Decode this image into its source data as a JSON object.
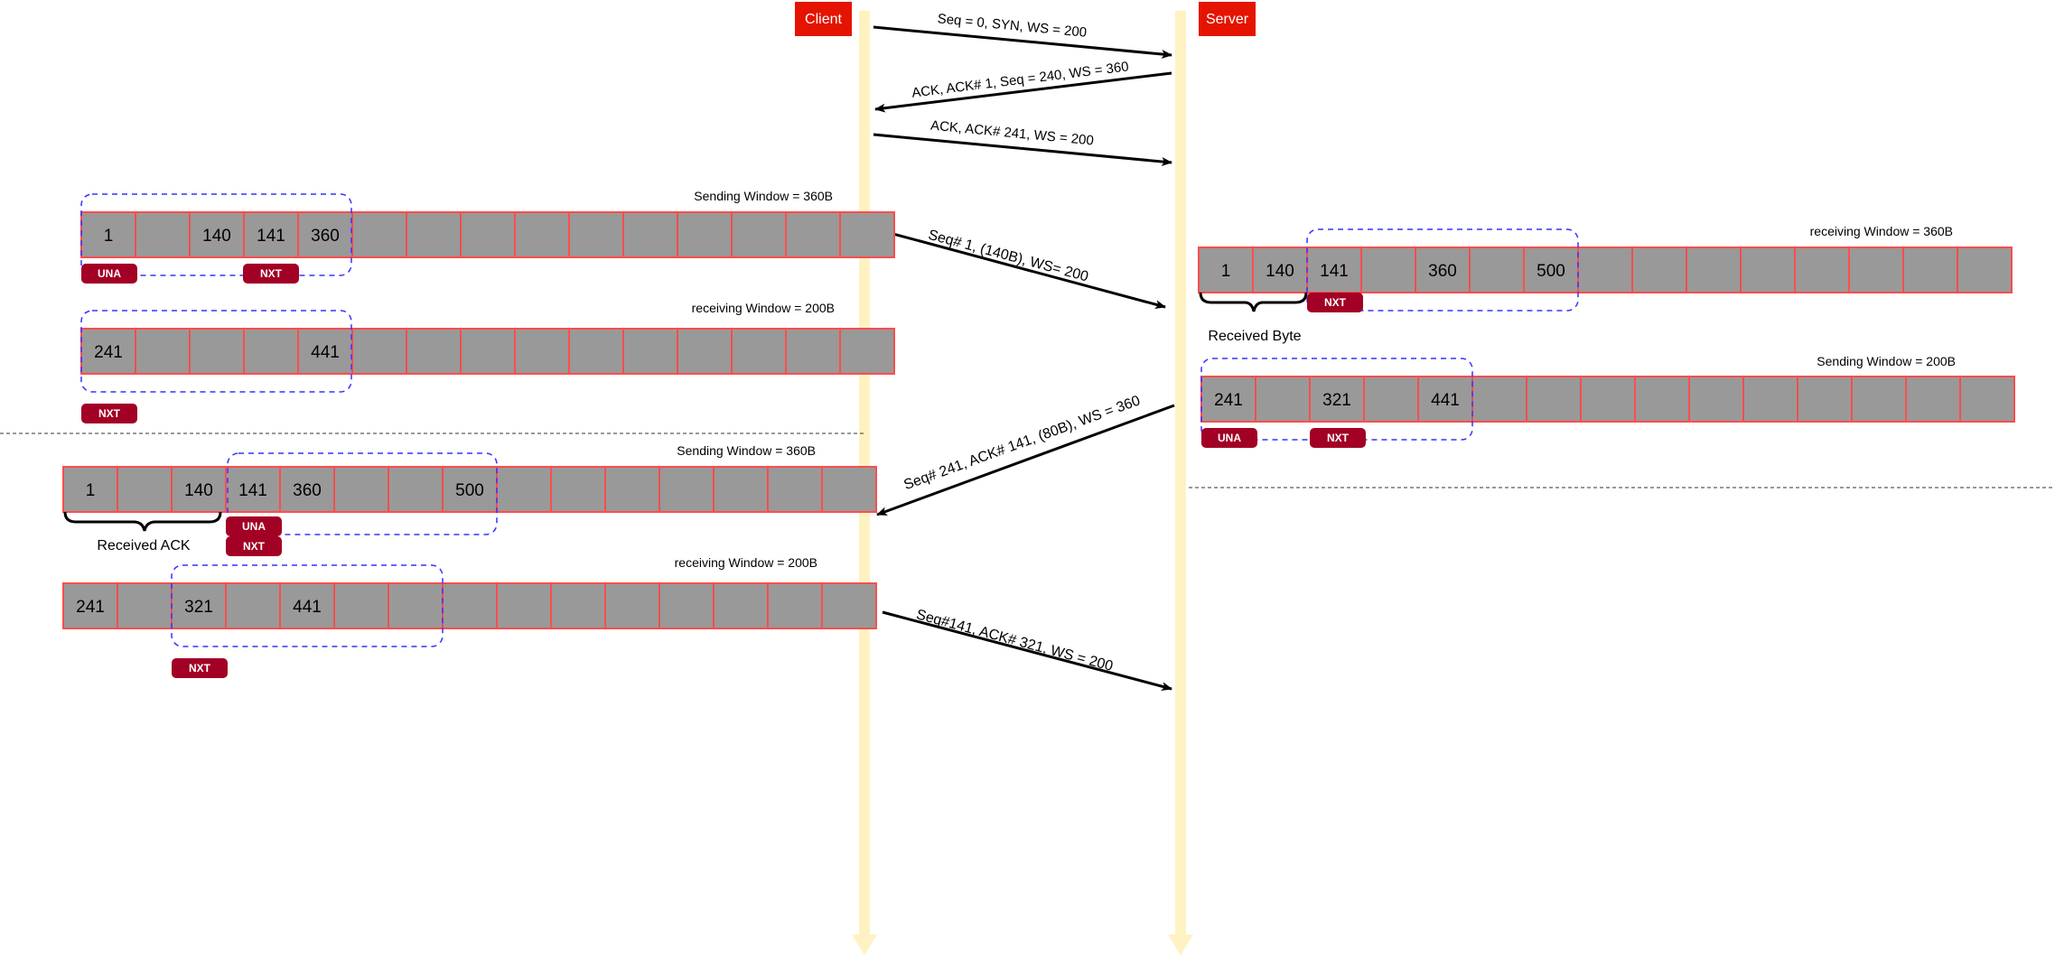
{
  "colors": {
    "lifeline": "#fff2c2",
    "header_fill": "#e51400",
    "cell_fill": "#999999",
    "cell_stroke": "#ff4d4d",
    "tag_fill": "#a20025",
    "window_outline": "#3333ff",
    "divider": "#333333",
    "arrow": "#000000"
  },
  "lifelines": {
    "client": "Client",
    "server": "Server"
  },
  "messages": [
    "Seq = 0, SYN, WS = 200",
    "ACK, ACK# 1, Seq = 240, WS = 360",
    "ACK, ACK# 241, WS = 200",
    "Seq# 1, (140B), WS= 200",
    "Seq# 241, ACK# 141, (80B), WS = 360",
    "Seq#141, ACK# 321,  WS = 200"
  ],
  "buffers": [
    {
      "title": "Sending Window = 360B",
      "cells": [
        "1",
        "",
        "140",
        "141",
        "360",
        "",
        "",
        "",
        "",
        "",
        "",
        "",
        "",
        "",
        ""
      ]
    },
    {
      "title": "receiving Window = 200B",
      "cells": [
        "241",
        "",
        "",
        "",
        "441",
        "",
        "",
        "",
        "",
        "",
        "",
        "",
        "",
        "",
        ""
      ]
    },
    {
      "title": "Sending Window = 360B",
      "cells": [
        "1",
        "",
        "140",
        "141",
        "360",
        "",
        "",
        "500",
        "",
        "",
        "",
        "",
        "",
        "",
        ""
      ]
    },
    {
      "title": "receiving Window = 200B",
      "cells": [
        "241",
        "",
        "321",
        "",
        "441",
        "",
        "",
        "",
        "",
        "",
        "",
        "",
        "",
        "",
        ""
      ]
    },
    {
      "title": "receiving Window = 360B",
      "cells": [
        "1",
        "140",
        "141",
        "",
        "360",
        "",
        "500",
        "",
        "",
        "",
        "",
        "",
        "",
        "",
        ""
      ]
    },
    {
      "title": "Sending Window = 200B",
      "cells": [
        "241",
        "",
        "321",
        "",
        "441",
        "",
        "",
        "",
        "",
        "",
        "",
        "",
        "",
        "",
        ""
      ]
    }
  ],
  "tags": {
    "una": "UNA",
    "nxt": "NXT"
  },
  "brace_labels": {
    "client_ack": "Received ACK",
    "server_bytes": "Received Byte"
  }
}
